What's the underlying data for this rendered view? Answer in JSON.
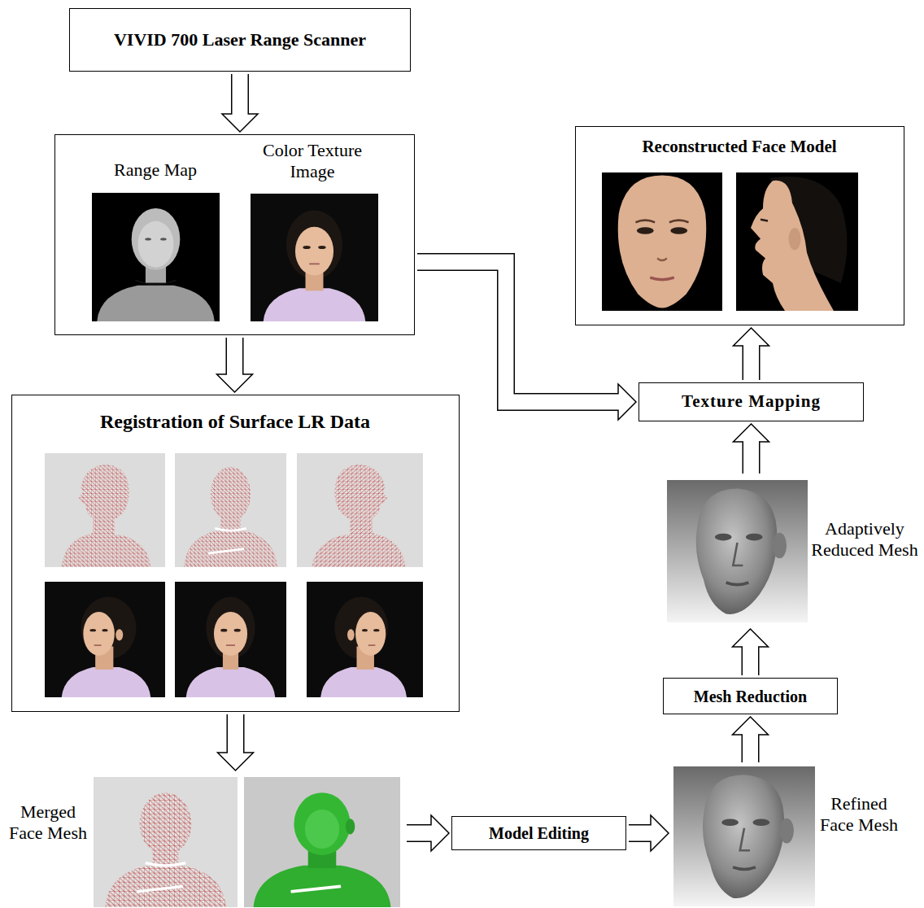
{
  "diagram": {
    "nodes": [
      {
        "text": [
          "VIVID 700 Laser Range Scanner"
        ]
      },
      {
        "text": [
          "Range Map",
          "Color Texture Image"
        ]
      },
      {
        "text": [
          "Registration of Surface LR Data"
        ]
      },
      {
        "text": [
          "Merged Face Mesh"
        ]
      },
      {
        "text": [
          "Model Editing"
        ]
      },
      {
        "text": [
          "Refined Face Mesh"
        ]
      },
      {
        "text": [
          "Mesh Reduction"
        ]
      },
      {
        "text": [
          "Adaptively Reduced Mesh"
        ]
      },
      {
        "text": [
          "Texture Mapping"
        ]
      },
      {
        "text": [
          "Reconstructed Face Model"
        ]
      }
    ],
    "edges": [
      {
        "from": 0,
        "to": 1,
        "arrow": "to"
      },
      {
        "from": 1,
        "to": 2,
        "arrow": "to"
      },
      {
        "from": 1,
        "to": 8,
        "arrow": "to"
      },
      {
        "from": 2,
        "to": 3,
        "arrow": "to"
      },
      {
        "from": 3,
        "to": 4,
        "arrow": "to"
      },
      {
        "from": 4,
        "to": 5,
        "arrow": "to"
      },
      {
        "from": 5,
        "to": 6,
        "arrow": "to"
      },
      {
        "from": 6,
        "to": 7,
        "arrow": "to"
      },
      {
        "from": 7,
        "to": 8,
        "arrow": "to"
      },
      {
        "from": 8,
        "to": 9,
        "arrow": "to"
      }
    ]
  }
}
